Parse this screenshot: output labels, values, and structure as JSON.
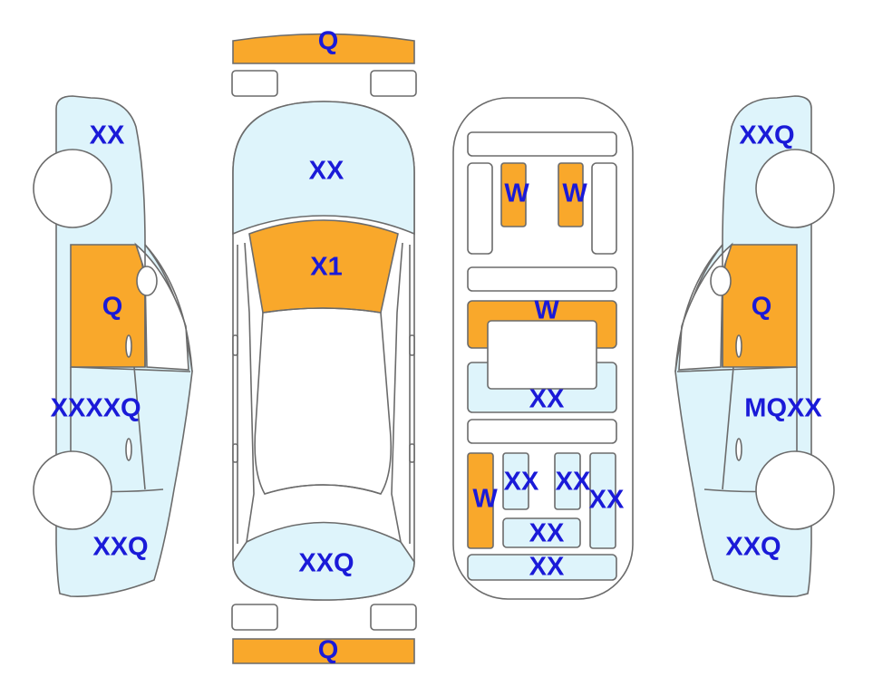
{
  "colors": {
    "outline": "#6b6b6b",
    "light": "#def4fb",
    "orange": "#f9a82b",
    "label": "#1a1ad8",
    "white": "#ffffff"
  },
  "labels": {
    "front_bumper": "Q",
    "rear_bumper": "Q",
    "hood": "XX",
    "windshield": "X1",
    "trunk": "XXQ",
    "interior_upper_left": "W",
    "interior_upper_right": "W",
    "interior_dash": "W",
    "interior_front_seats": "XX",
    "interior_rear_left": "W",
    "interior_rear_seat_1": "XX",
    "interior_rear_seat_2": "XX",
    "interior_rear_right": "XX",
    "interior_rear_seat_3": "XX",
    "interior_rear_shelf": "XX",
    "left_front_fender": "XX",
    "left_front_door": "Q",
    "left_rear_door_a": "XX",
    "left_rear_door_b": "XXQ",
    "left_rear_quarter": "XXQ",
    "right_front_fender": "XXQ",
    "right_front_door": "Q",
    "right_rear_door": "MQXX",
    "right_rear_quarter": "XXQ"
  }
}
